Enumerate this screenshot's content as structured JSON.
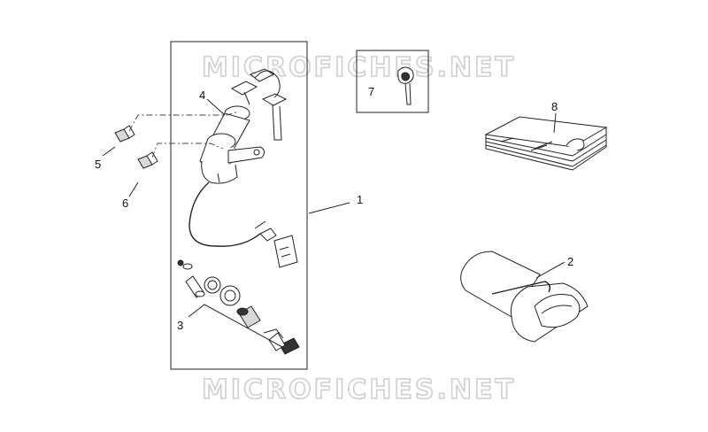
{
  "watermark": {
    "top": "MICROFICHES.NET",
    "bottom": "MICROFICHES.NET"
  },
  "callouts": {
    "c1": "1",
    "c2": "2",
    "c3": "3",
    "c4": "4",
    "c5": "5",
    "c6": "6",
    "c7": "7",
    "c8": "8"
  },
  "icons": {
    "ignition_assembly": "ignition-switch-icon",
    "key": "key-icon",
    "manual": "manual-booklet-icon",
    "tool_pouch": "tool-pouch-icon",
    "screw": "screw-icon",
    "lock_set": "lock-set-icon"
  },
  "colors": {
    "line": "#222222",
    "watermark": "#cfcfcf",
    "background": "#ffffff"
  }
}
